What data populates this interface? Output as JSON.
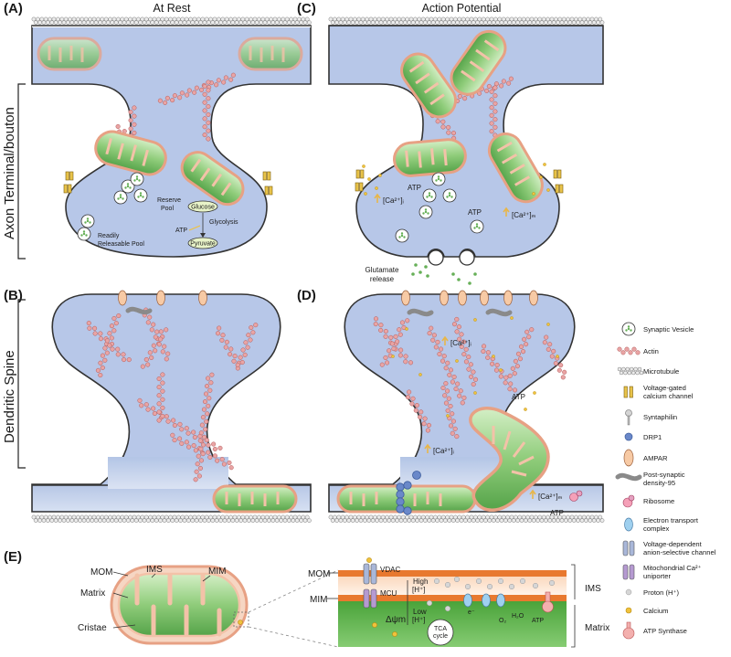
{
  "panels": {
    "a": "(A)",
    "b": "(B)",
    "c": "(C)",
    "d": "(D)",
    "e": "(E)"
  },
  "headers": {
    "rest": "At Rest",
    "action": "Action Potential"
  },
  "side_labels": {
    "axon": "Axon Terminal/bouton",
    "dendrite": "Dendritic Spine"
  },
  "panel_a": {
    "reserve_pool": [
      "Reserve",
      "Pool"
    ],
    "readily_pool": [
      "Readily",
      "Releasable Pool"
    ],
    "glucose": "Glucose",
    "glycolysis": "Glycolysis",
    "atp": "ATP",
    "pyruvate": "Pyruvate"
  },
  "panel_c": {
    "atp_left": "ATP",
    "atp_right": "ATP",
    "ca_i": "[Ca²⁺]ᵢ",
    "ca_m": "[Ca²⁺]ₘ",
    "glutamate": [
      "Glutamate",
      "release"
    ]
  },
  "panel_d": {
    "ca_i_top": "[Ca²⁺]ᵢ",
    "ca_i_low": "[Ca²⁺]ᵢ",
    "ca_m": "[Ca²⁺]ₘ",
    "atp_top": "ATP",
    "atp_bottom": "ATP"
  },
  "panel_e": {
    "mom": "MOM",
    "ims": "IMS",
    "mim": "MIM",
    "matrix": "Matrix",
    "cristae": "Cristae",
    "zoom_mom": "MOM",
    "zoom_mim": "MIM",
    "vdac": "VDAC",
    "mcu": "MCU",
    "high_h": [
      "High",
      "[H⁺]"
    ],
    "low_h": [
      "Low",
      "[H⁺]"
    ],
    "delta_psi": "Δψm",
    "tca": [
      "TCA",
      "cycle"
    ],
    "e_minus": "e⁻",
    "o2": "O₂",
    "h2o": "H₂O",
    "atp": "ATP",
    "zoom_ims": "IMS",
    "zoom_matrix": "Matrix"
  },
  "legend": [
    {
      "icon": "synaptic-vesicle",
      "label": [
        "Synaptic Vesicle"
      ]
    },
    {
      "icon": "actin",
      "label": [
        "Actin"
      ]
    },
    {
      "icon": "microtubule",
      "label": [
        "Microtubule"
      ]
    },
    {
      "icon": "calcium-channel",
      "label": [
        "Voltage-gated",
        "calcium channel"
      ]
    },
    {
      "icon": "syntaphilin",
      "label": [
        "Syntaphilin"
      ]
    },
    {
      "icon": "drp1",
      "label": [
        "DRP1"
      ]
    },
    {
      "icon": "ampar",
      "label": [
        "AMPAR"
      ]
    },
    {
      "icon": "psd95",
      "label": [
        "Post-synaptic",
        "density-95"
      ]
    },
    {
      "icon": "ribosome",
      "label": [
        "Ribosome"
      ]
    },
    {
      "icon": "etc",
      "label": [
        "Electron transport",
        "complex"
      ]
    },
    {
      "icon": "vdac",
      "label": [
        "Voltage-dependent",
        "anion-selective channel"
      ]
    },
    {
      "icon": "mcu",
      "label": [
        "Mitochondrial Ca²⁺",
        "uniporter"
      ]
    },
    {
      "icon": "proton",
      "label": [
        "Proton (H⁺)"
      ]
    },
    {
      "icon": "calcium",
      "label": [
        "Calcium"
      ]
    },
    {
      "icon": "atp-synthase",
      "label": [
        "ATP Synthase"
      ]
    }
  ],
  "colors": {
    "cytoplasm": "#b3c5e6",
    "membrane": "#3a3a3a",
    "mito_fill": "#7cc06b",
    "mito_edge": "#e7a184",
    "actin": "#e39a9a",
    "ampar": "#f7caa5",
    "calcium": "#f0c23c"
  }
}
